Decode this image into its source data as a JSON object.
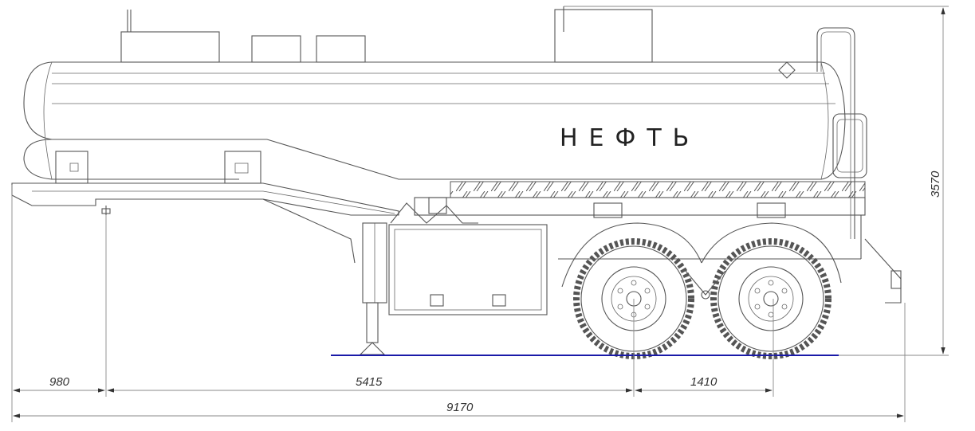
{
  "tank_label": "НЕФТЬ",
  "dimensions": {
    "front_overhang": "980",
    "kingpin_to_axle": "5415",
    "axle_spacing": "1410",
    "overall_length": "9170",
    "overall_height": "3570"
  },
  "colors": {
    "ground_line": "#1a1aa8",
    "lines": "#555555"
  }
}
